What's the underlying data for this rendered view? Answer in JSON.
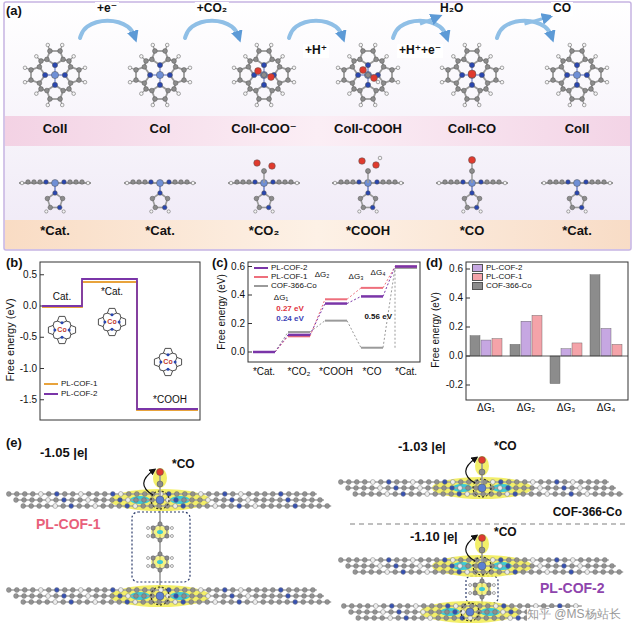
{
  "diagram": {
    "nodes": [
      {
        "text": [
          "CoII",
          "*Cat."
        ]
      },
      {
        "text": [
          "CoI",
          "*Cat."
        ]
      },
      {
        "text": [
          "CoII-COO⁻",
          "*CO₂"
        ]
      },
      {
        "text": [
          "CoII-COOH",
          "*COOH"
        ]
      },
      {
        "text": [
          "CoII-CO",
          "*CO"
        ]
      },
      {
        "text": [
          "CoII",
          "*Cat."
        ]
      }
    ],
    "edges": [
      {
        "from": 0,
        "to": 1,
        "label": "+e⁻",
        "arrow": "to"
      },
      {
        "from": 1,
        "to": 2,
        "label": "+CO₂",
        "arrow": "to"
      },
      {
        "from": 2,
        "to": 3,
        "label": "+H⁺",
        "arrow": "to"
      },
      {
        "from": 3,
        "to": 4,
        "label": "+H⁺+e⁻",
        "arrow": "to"
      },
      {
        "from": 4,
        "to": 5,
        "label": "CO",
        "arrow": "to"
      }
    ],
    "labels": [
      "(a)",
      "H₂O",
      "(b)",
      "Free energy (eV)",
      "0.5",
      "0.0",
      "-0.5",
      "-1.0",
      "-1.5",
      "Cat.",
      "*Cat.",
      "*COOH",
      "Co",
      "Co",
      "Co",
      "(c)",
      "Free energy (eV)",
      "0.6",
      "0.4",
      "0.2",
      "0.0",
      "*Cat.",
      "*CO₂",
      "*COOH",
      "*CO",
      "*Cat.",
      "ΔG₁",
      "ΔG₂",
      "ΔG₃",
      "ΔG₄",
      "0.27 eV",
      "0.24 eV",
      "0.56 eV",
      "(d)",
      "Free energy (eV)",
      "0.6",
      "0.4",
      "0.2",
      "0.0",
      "-0.2",
      "ΔG₁",
      "ΔG₂",
      "ΔG₃",
      "ΔG₄",
      "(e)",
      "-1.05 |e|",
      "*CO",
      "PL-COF-1",
      "-1.03 |e|",
      "*CO",
      "COF-366-Co",
      "-1.10 |e|",
      "*CO",
      "PL-COF-2",
      "知乎 @MS杨站长"
    ],
    "legend": [
      {
        "text": "PL-COF-1"
      },
      {
        "text": "PL-COF-2"
      },
      {
        "text": "PL-COF-2"
      },
      {
        "text": "PL-COF-1"
      },
      {
        "text": "COF-366-Co"
      },
      {
        "text": "PL-COF-2",
        "color": "#c6a7e2"
      },
      {
        "text": "PL-COF-1",
        "color": "#f4a3a9"
      },
      {
        "text": "COF-366-Co",
        "color": "#8c8c8c"
      }
    ]
  }
}
